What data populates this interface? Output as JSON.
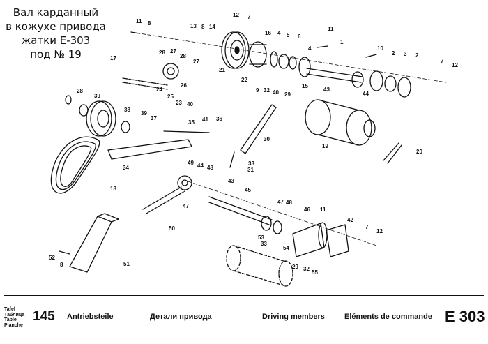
{
  "caption": {
    "line1": "Вал карданный",
    "line2": "в кожухе привода",
    "line3": "жатки Е-303",
    "line4": "под № 19"
  },
  "part_numbers": {
    "p11a": "11",
    "p8a": "8",
    "p12a": "12",
    "p7a": "7",
    "p13a": "13",
    "p8b": "8",
    "p14a": "14",
    "p16": "16",
    "p4a": "4",
    "p5": "5",
    "p6": "6",
    "p11b": "11",
    "p1": "1",
    "p4b": "4",
    "p10": "10",
    "p2a": "2",
    "p3": "3",
    "p2b": "2",
    "p7b": "7",
    "p12b": "12",
    "p21": "21",
    "p22": "22",
    "p15": "15",
    "p43a": "43",
    "p44": "44",
    "p17": "17",
    "p28a": "28",
    "p27a": "27",
    "p28b": "28",
    "p27b": "27",
    "p24": "24",
    "p25": "25",
    "p26": "26",
    "p28c": "28",
    "p39a": "39",
    "p38": "38",
    "p39b": "39",
    "p37": "37",
    "p23": "23",
    "p40a": "40",
    "p35": "35",
    "p41": "41",
    "p36": "36",
    "p9": "9",
    "p32a": "32",
    "p40b": "40",
    "p29a": "29",
    "p30": "30",
    "p19": "19",
    "p20": "20",
    "p34": "34",
    "p33a": "33",
    "p31": "31",
    "p18": "18",
    "p49": "49",
    "p44b": "44",
    "p48a": "48",
    "p43b": "43",
    "p45": "45",
    "p47a": "47",
    "p50": "50",
    "p47b": "47",
    "p48b": "48",
    "p46": "46",
    "p11c": "11",
    "p42": "42",
    "p7c": "7",
    "p12c": "12",
    "p53": "53",
    "p33b": "33",
    "p54": "54",
    "p29b": "29",
    "p32b": "32",
    "p55": "55",
    "p52": "52",
    "p8c": "8",
    "p51": "51"
  },
  "footer": {
    "label_lines": [
      "Tafel",
      "Таблица",
      "Table",
      "Planche"
    ],
    "plate_number": "145",
    "title_de": "Antriebsteile",
    "title_ru": "Детали привода",
    "title_en": "Driving members",
    "title_fr": "Eléments de commande",
    "series": "E 303"
  }
}
